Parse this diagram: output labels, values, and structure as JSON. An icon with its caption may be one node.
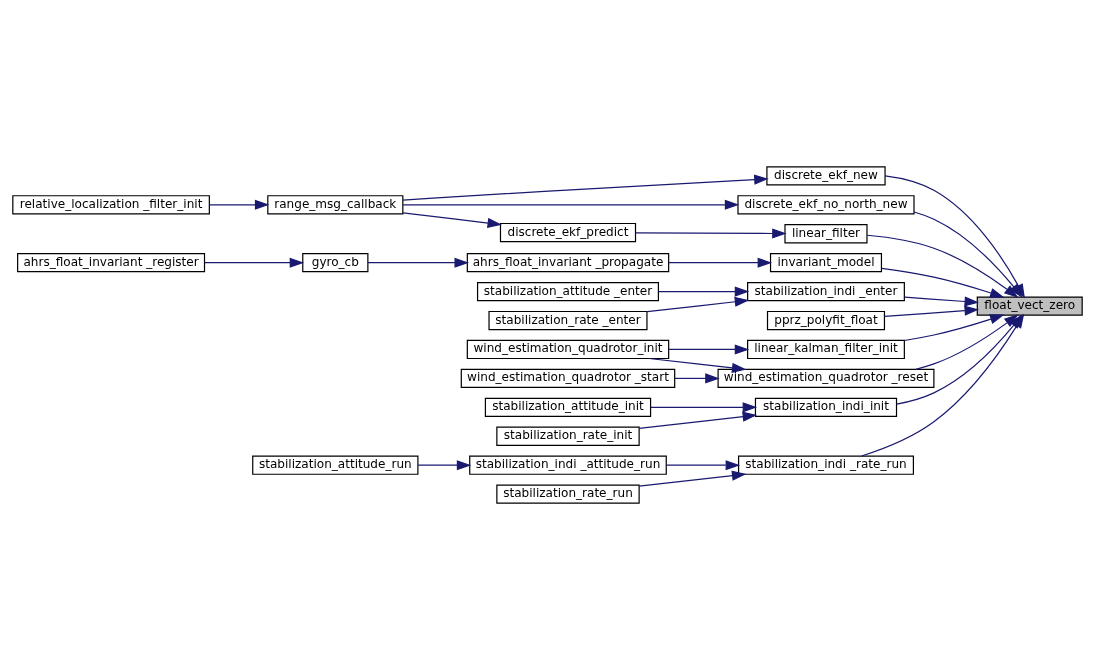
{
  "diagram": {
    "nodes": [
      {
        "text": [
          "float_vect_zero"
        ]
      },
      {
        "text": [
          "discrete_ekf_new"
        ]
      },
      {
        "text": [
          "discrete_ekf_no_north_new"
        ]
      },
      {
        "text": [
          "linear_filter"
        ]
      },
      {
        "text": [
          "invariant_model"
        ]
      },
      {
        "text": [
          "stabilization_indi _enter"
        ]
      },
      {
        "text": [
          "pprz_polyfit_float"
        ]
      },
      {
        "text": [
          "linear_kalman_filter_init"
        ]
      },
      {
        "text": [
          "wind_estimation_quadrotor _reset"
        ]
      },
      {
        "text": [
          "stabilization_indi_init"
        ]
      },
      {
        "text": [
          "stabilization_indi _rate_run"
        ]
      },
      {
        "text": [
          "range_msg_callback"
        ]
      },
      {
        "text": [
          "discrete_ekf_predict"
        ]
      },
      {
        "text": [
          "ahrs_float_invariant _propagate"
        ]
      },
      {
        "text": [
          "stabilization_attitude _enter"
        ]
      },
      {
        "text": [
          "stabilization_rate _enter"
        ]
      },
      {
        "text": [
          "wind_estimation_quadrotor_init"
        ]
      },
      {
        "text": [
          "wind_estimation_quadrotor _start"
        ]
      },
      {
        "text": [
          "stabilization_attitude_init"
        ]
      },
      {
        "text": [
          "stabilization_rate_init"
        ]
      },
      {
        "text": [
          "stabilization_indi _attitude_run"
        ]
      },
      {
        "text": [
          "stabilization_rate_run"
        ]
      },
      {
        "text": [
          "relative_localization _filter_init"
        ]
      },
      {
        "text": [
          "gyro_cb"
        ]
      },
      {
        "text": [
          "ahrs_float_invariant _register"
        ]
      },
      {
        "text": [
          "stabilization_attitude_run"
        ]
      }
    ],
    "edges": [
      {
        "from": 1,
        "to": 0,
        "arrow": "to"
      },
      {
        "from": 2,
        "to": 0,
        "arrow": "to"
      },
      {
        "from": 3,
        "to": 0,
        "arrow": "to"
      },
      {
        "from": 4,
        "to": 0,
        "arrow": "to"
      },
      {
        "from": 5,
        "to": 0,
        "arrow": "to"
      },
      {
        "from": 6,
        "to": 0,
        "arrow": "to"
      },
      {
        "from": 7,
        "to": 0,
        "arrow": "to"
      },
      {
        "from": 8,
        "to": 0,
        "arrow": "to"
      },
      {
        "from": 9,
        "to": 0,
        "arrow": "to"
      },
      {
        "from": 10,
        "to": 0,
        "arrow": "to"
      },
      {
        "from": 11,
        "to": 1,
        "arrow": "to"
      },
      {
        "from": 11,
        "to": 2,
        "arrow": "to"
      },
      {
        "from": 11,
        "to": 12,
        "arrow": "to"
      },
      {
        "from": 12,
        "to": 3,
        "arrow": "to"
      },
      {
        "from": 13,
        "to": 4,
        "arrow": "to"
      },
      {
        "from": 14,
        "to": 5,
        "arrow": "to"
      },
      {
        "from": 15,
        "to": 5,
        "arrow": "to"
      },
      {
        "from": 16,
        "to": 7,
        "arrow": "to"
      },
      {
        "from": 16,
        "to": 8,
        "arrow": "to"
      },
      {
        "from": 17,
        "to": 8,
        "arrow": "to"
      },
      {
        "from": 18,
        "to": 9,
        "arrow": "to"
      },
      {
        "from": 19,
        "to": 9,
        "arrow": "to"
      },
      {
        "from": 20,
        "to": 10,
        "arrow": "to"
      },
      {
        "from": 21,
        "to": 10,
        "arrow": "to"
      },
      {
        "from": 22,
        "to": 11,
        "arrow": "to"
      },
      {
        "from": 23,
        "to": 13,
        "arrow": "to"
      },
      {
        "from": 24,
        "to": 23,
        "arrow": "to"
      },
      {
        "from": 25,
        "to": 20,
        "arrow": "to"
      }
    ]
  }
}
